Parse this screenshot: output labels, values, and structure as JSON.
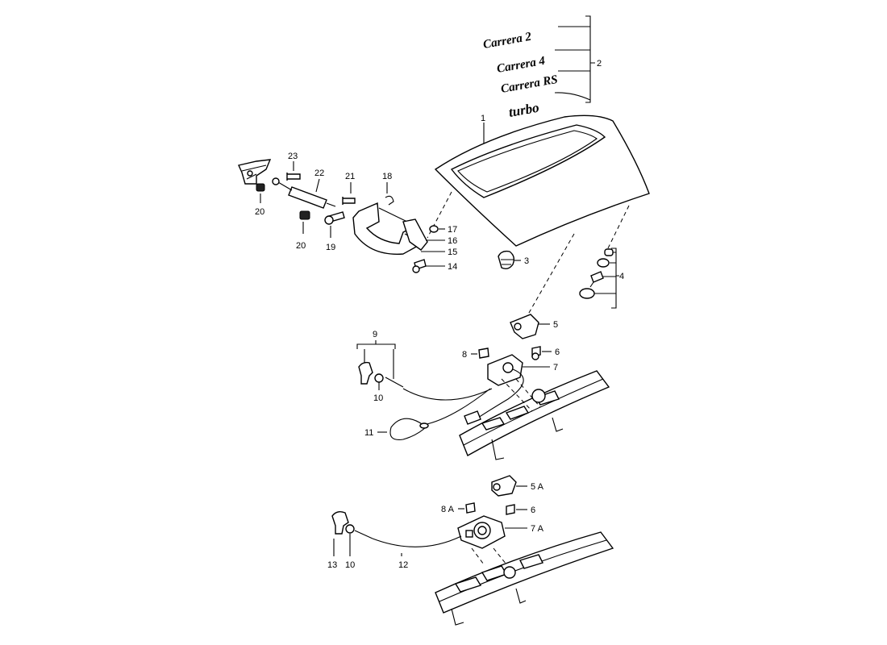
{
  "badges": [
    "Carrera 2",
    "Carrera 4",
    "Carrera RS",
    "turbo"
  ],
  "callouts": {
    "c1": "1",
    "c2": "2",
    "c3": "3",
    "c4": "4",
    "c5": "5",
    "c6": "6",
    "c7": "7",
    "c8": "8",
    "c9": "9",
    "c10": "10",
    "c11": "11",
    "c14": "14",
    "c15": "15",
    "c16": "16",
    "c17": "17",
    "c18": "18",
    "c19": "19",
    "c20a": "20",
    "c20b": "20",
    "c21": "21",
    "c22": "22",
    "c23": "23",
    "c5A": "5 A",
    "c6b": "6",
    "c7A": "7 A",
    "c8A": "8 A",
    "c10b": "10",
    "c12": "12",
    "c13": "13"
  }
}
